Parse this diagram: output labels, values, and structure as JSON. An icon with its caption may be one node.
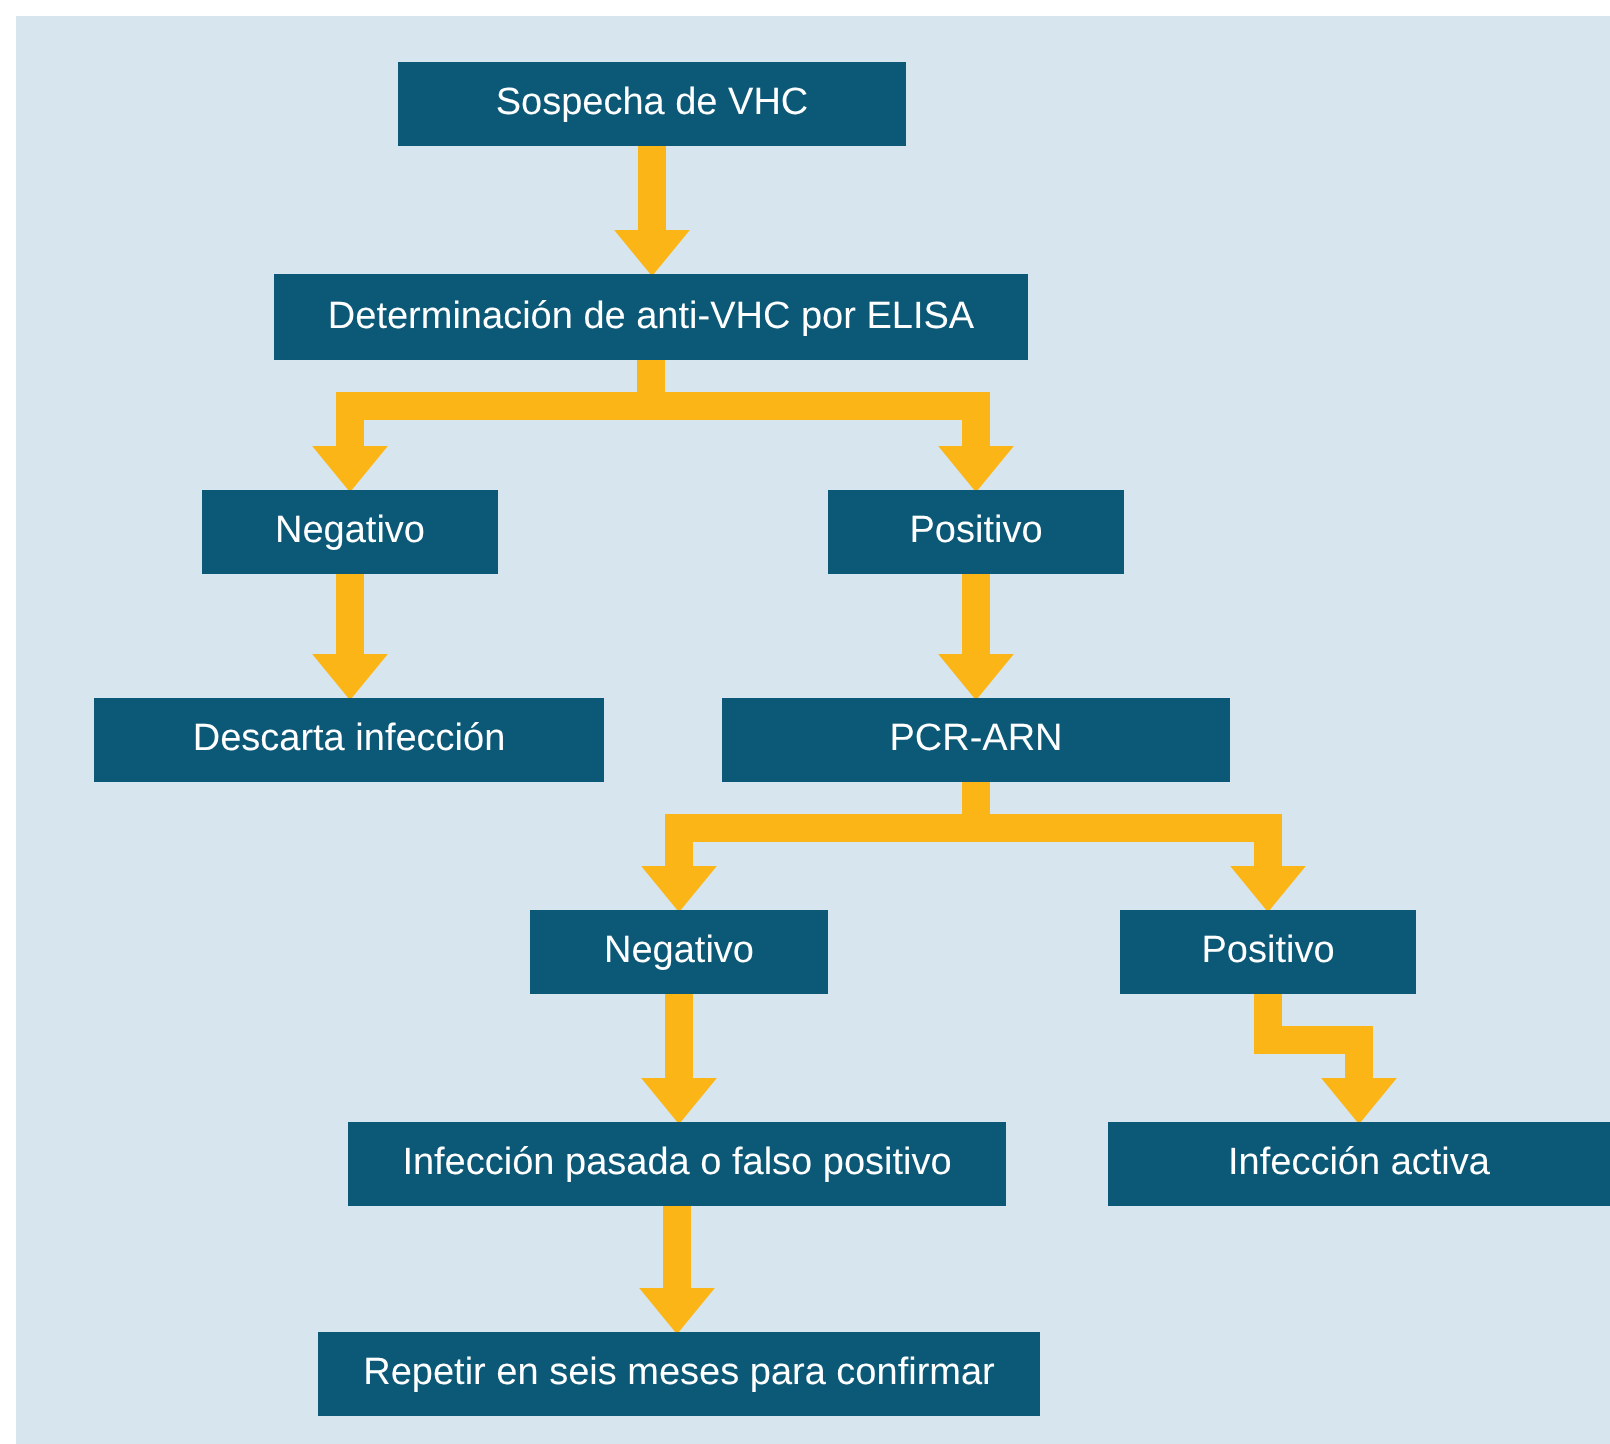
{
  "diagram": {
    "nodes": [
      {
        "text": [
          "Sospecha de VHC"
        ]
      },
      {
        "text": [
          "Determinación de anti-VHC por ELISA"
        ]
      },
      {
        "text": [
          "Negativo"
        ]
      },
      {
        "text": [
          "Positivo"
        ]
      },
      {
        "text": [
          "Descarta infección"
        ]
      },
      {
        "text": [
          "PCR-ARN"
        ]
      },
      {
        "text": [
          "Negativo"
        ]
      },
      {
        "text": [
          "Positivo"
        ]
      },
      {
        "text": [
          "Infección pasada o falso positivo"
        ]
      },
      {
        "text": [
          "Infección activa"
        ]
      },
      {
        "text": [
          "Repetir en seis meses para confirmar"
        ]
      }
    ],
    "edges": [
      {
        "from": 0,
        "to": 1,
        "arrow": "to"
      },
      {
        "from": 1,
        "to": 2,
        "arrow": "to"
      },
      {
        "from": 1,
        "to": 3,
        "arrow": "to"
      },
      {
        "from": 2,
        "to": 4,
        "arrow": "to"
      },
      {
        "from": 3,
        "to": 5,
        "arrow": "to"
      },
      {
        "from": 5,
        "to": 6,
        "arrow": "to"
      },
      {
        "from": 5,
        "to": 7,
        "arrow": "to"
      },
      {
        "from": 6,
        "to": 8,
        "arrow": "to"
      },
      {
        "from": 7,
        "to": 9,
        "arrow": "to"
      },
      {
        "from": 8,
        "to": 10,
        "arrow": "to"
      }
    ]
  }
}
